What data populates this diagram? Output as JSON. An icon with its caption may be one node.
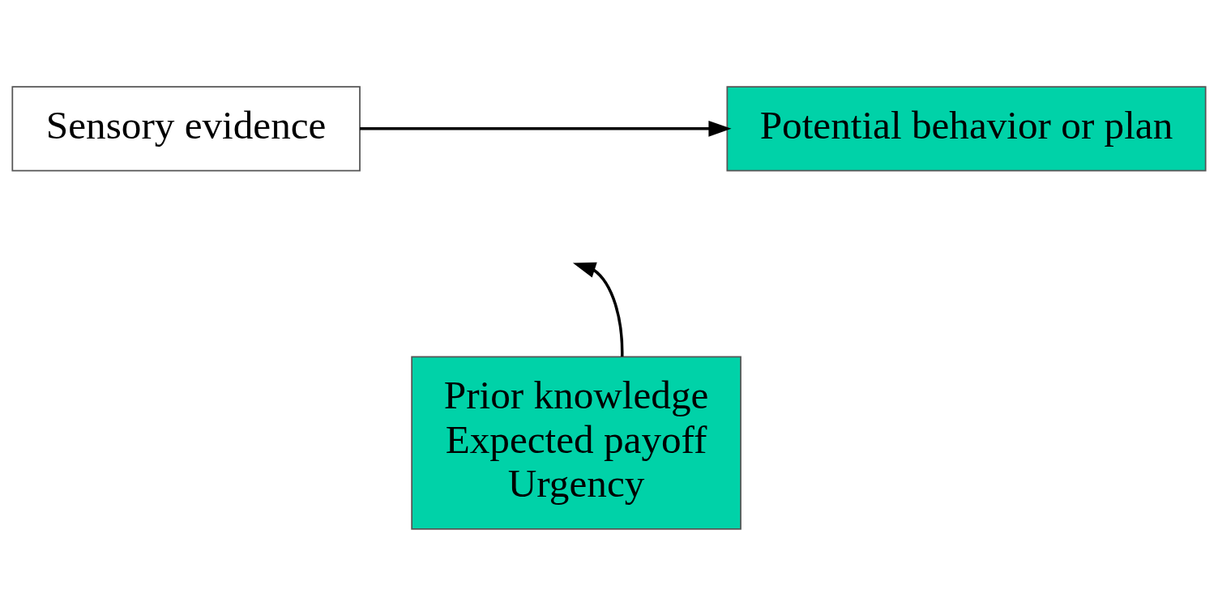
{
  "diagram": {
    "nodes": [
      {
        "text": [
          "Sensory evidence"
        ]
      },
      {
        "text": [
          "Potential behavior or plan"
        ]
      },
      {
        "text": [
          "Prior knowledge",
          "Expected payoff",
          "Urgency"
        ]
      }
    ],
    "edges": [
      {
        "from": 0,
        "to": 1,
        "arrow": "to"
      },
      {
        "from": 2,
        "to": null,
        "arrow": "to"
      }
    ]
  }
}
